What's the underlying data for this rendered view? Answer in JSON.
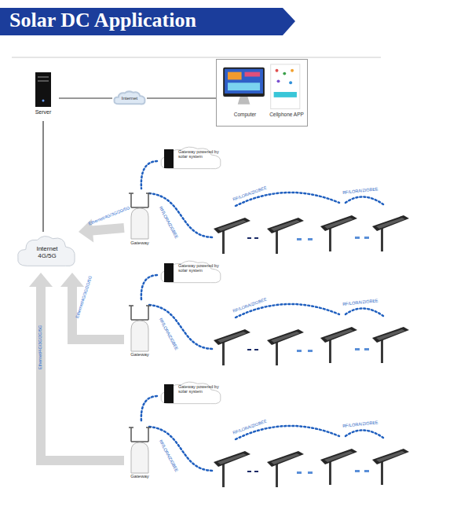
{
  "diagram": {
    "title": "Solar DC Application",
    "nodes": [
      {
        "text": [
          "Server"
        ]
      },
      {
        "text": [
          "Internet"
        ]
      },
      {
        "text": [
          "Computer",
          "Cellphone APP"
        ]
      },
      {
        "text": [
          "Internet 4G/5G"
        ]
      },
      {
        "text": [
          "Gateway powered by solar system"
        ]
      },
      {
        "text": [
          "Gateway"
        ]
      },
      {
        "text": [
          "Gateway powered by solar system"
        ]
      },
      {
        "text": [
          "Gateway"
        ]
      },
      {
        "text": [
          "Gateway powered by solar system"
        ]
      },
      {
        "text": [
          "Gateway"
        ]
      }
    ],
    "edges": [
      {
        "from": 0,
        "to": 1,
        "arrow": "none"
      },
      {
        "from": 1,
        "to": 2,
        "arrow": "none"
      },
      {
        "from": 0,
        "to": 3,
        "arrow": "none"
      },
      {
        "from": 5,
        "to": 3,
        "arrow": "to",
        "label": "Ethernet/4G/3G/2G/5G"
      },
      {
        "from": 7,
        "to": 3,
        "arrow": "to",
        "label": "Ethernet/4G/3G/2G/5G"
      },
      {
        "from": 9,
        "to": 3,
        "arrow": "to",
        "label": "Ethernet/4G/3G/2G/5G"
      },
      {
        "from": 4,
        "to": 5,
        "arrow": "none"
      },
      {
        "from": 6,
        "to": 7,
        "arrow": "none"
      },
      {
        "from": 8,
        "to": 9,
        "arrow": "none"
      }
    ],
    "labels": [
      "RF/LORA/ZIGBEE",
      "RF/LORA/ZIGBEE",
      "RF/LORA/ZIGBEE",
      "RF/LORA/ZIGBEE",
      "RF/LORA/ZIGBEE",
      "RF/LORA/ZIGBEE",
      "RF/LORA/ZIGBEE",
      "RF/LORA/ZIGBEE",
      "RF/LORA/ZIGBEE"
    ]
  }
}
